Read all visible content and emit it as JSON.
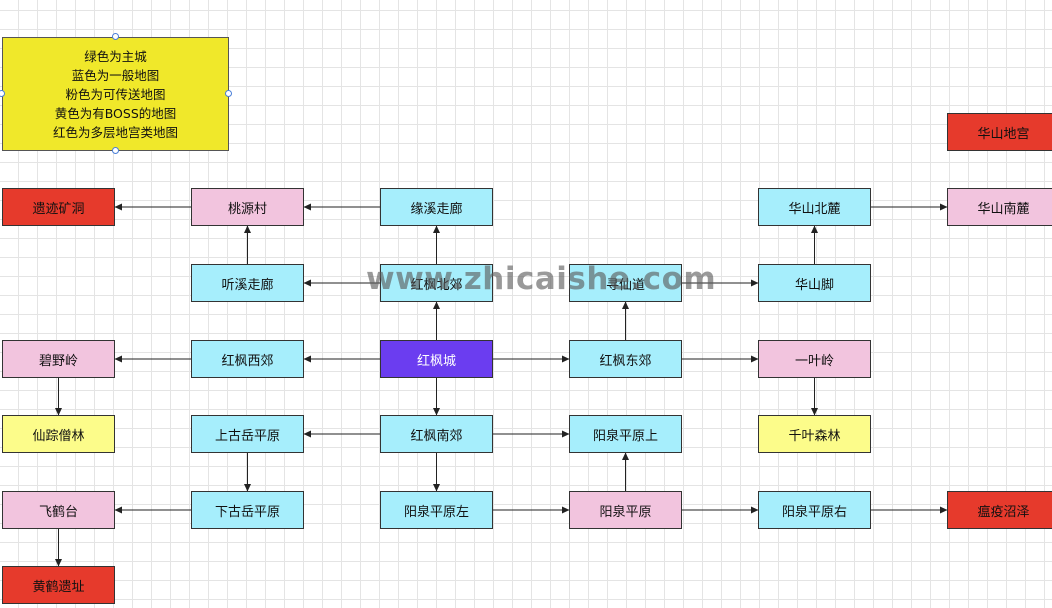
{
  "legend": {
    "lines": [
      "绿色为主城",
      "蓝色为一般地图",
      "粉色为可传送地图",
      "黄色为有BOSS的地图",
      "红色为多层地宫类地图"
    ]
  },
  "colors": {
    "main_city": "#6b3df0",
    "normal": "#a6eefc",
    "teleport": "#f2c4de",
    "boss": "#fcfc8a",
    "dungeon": "#e63a2c",
    "legend_bg": "#f0e82a"
  },
  "watermark": "www.zhicaishe.com",
  "nodes": [
    {
      "id": "yiji",
      "label": "遗迹矿洞",
      "type": "dungeon"
    },
    {
      "id": "taoyuan",
      "label": "桃源村",
      "type": "teleport"
    },
    {
      "id": "yuanxi",
      "label": "缘溪走廊",
      "type": "normal"
    },
    {
      "id": "huashanbeilu",
      "label": "华山北麓",
      "type": "normal"
    },
    {
      "id": "huashannanlu",
      "label": "华山南麓",
      "type": "teleport"
    },
    {
      "id": "huashandigong",
      "label": "华山地宫",
      "type": "dungeon"
    },
    {
      "id": "tingxi",
      "label": "听溪走廊",
      "type": "normal"
    },
    {
      "id": "hongfengbeijiao",
      "label": "红枫北郊",
      "type": "normal"
    },
    {
      "id": "xunxiandao",
      "label": "寻仙道",
      "type": "normal"
    },
    {
      "id": "huashanjiao",
      "label": "华山脚",
      "type": "normal"
    },
    {
      "id": "biyeling",
      "label": "碧野岭",
      "type": "teleport"
    },
    {
      "id": "hongfengxijiao",
      "label": "红枫西郊",
      "type": "normal"
    },
    {
      "id": "hongfengcheng",
      "label": "红枫城",
      "type": "main_city"
    },
    {
      "id": "hongfengdongjiao",
      "label": "红枫东郊",
      "type": "normal"
    },
    {
      "id": "yiyeling",
      "label": "一叶岭",
      "type": "teleport"
    },
    {
      "id": "xianzong",
      "label": "仙踪僧林",
      "type": "boss"
    },
    {
      "id": "shanggu",
      "label": "上古岳平原",
      "type": "normal"
    },
    {
      "id": "hongfengnanjiao",
      "label": "红枫南郊",
      "type": "normal"
    },
    {
      "id": "yangquanshang",
      "label": "阳泉平原上",
      "type": "normal"
    },
    {
      "id": "qianye",
      "label": "千叶森林",
      "type": "boss"
    },
    {
      "id": "feihe",
      "label": "飞鹤台",
      "type": "teleport"
    },
    {
      "id": "xiagu",
      "label": "下古岳平原",
      "type": "normal"
    },
    {
      "id": "yangquanzuo",
      "label": "阳泉平原左",
      "type": "normal"
    },
    {
      "id": "yangquan",
      "label": "阳泉平原",
      "type": "teleport"
    },
    {
      "id": "yangquanyou",
      "label": "阳泉平原右",
      "type": "normal"
    },
    {
      "id": "wenyi",
      "label": "瘟疫沼泽",
      "type": "dungeon"
    },
    {
      "id": "huanghe",
      "label": "黄鹤遗址",
      "type": "dungeon"
    }
  ],
  "edges": [
    [
      "taoyuan",
      "yiji"
    ],
    [
      "yuanxi",
      "taoyuan"
    ],
    [
      "tingxi",
      "taoyuan"
    ],
    [
      "hongfengbeijiao",
      "yuanxi"
    ],
    [
      "hongfengbeijiao",
      "tingxi"
    ],
    [
      "hongfengcheng",
      "hongfengbeijiao"
    ],
    [
      "hongfengcheng",
      "hongfengxijiao"
    ],
    [
      "hongfengcheng",
      "hongfengdongjiao"
    ],
    [
      "hongfengcheng",
      "hongfengnanjiao"
    ],
    [
      "hongfengxijiao",
      "biyeling"
    ],
    [
      "biyeling",
      "xianzong"
    ],
    [
      "hongfengdongjiao",
      "xunxiandao"
    ],
    [
      "hongfengdongjiao",
      "yiyeling"
    ],
    [
      "xunxiandao",
      "huashanjiao"
    ],
    [
      "huashanjiao",
      "huashanbeilu"
    ],
    [
      "huashanbeilu",
      "huashannanlu"
    ],
    [
      "yiyeling",
      "qianye"
    ],
    [
      "hongfengnanjiao",
      "shanggu"
    ],
    [
      "hongfengnanjiao",
      "yangquanshang"
    ],
    [
      "hongfengnanjiao",
      "yangquanzuo"
    ],
    [
      "shanggu",
      "xiagu"
    ],
    [
      "xiagu",
      "feihe"
    ],
    [
      "feihe",
      "huanghe"
    ],
    [
      "yangquanzuo",
      "yangquan"
    ],
    [
      "yangquan",
      "yangquanshang"
    ],
    [
      "yangquan",
      "yangquanyou"
    ],
    [
      "yangquanyou",
      "wenyi"
    ]
  ]
}
